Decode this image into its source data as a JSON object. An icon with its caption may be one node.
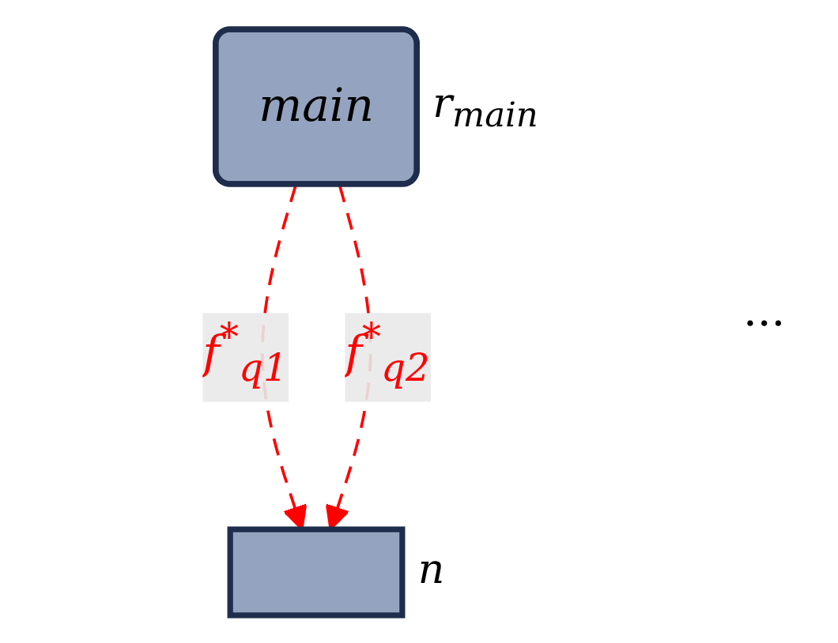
{
  "diagram": {
    "nodes": [
      {
        "text": [
          "main"
        ],
        "beside": [
          "r$_{main}$"
        ]
      },
      {
        "text": [],
        "shape": "box",
        "beside": [
          "n"
        ]
      }
    ],
    "edges": [
      {
        "from": 0,
        "to": 1,
        "arrow": "to",
        "label": "f$^{*}$$_{q1}$",
        "style": "dashed",
        "color": "#ff0000"
      },
      {
        "from": 0,
        "to": 1,
        "arrow": "to",
        "label": "f$^{*}$$_{q2}$",
        "style": "dashed",
        "color": "#ff0000"
      }
    ],
    "labels": [
      "..."
    ]
  }
}
